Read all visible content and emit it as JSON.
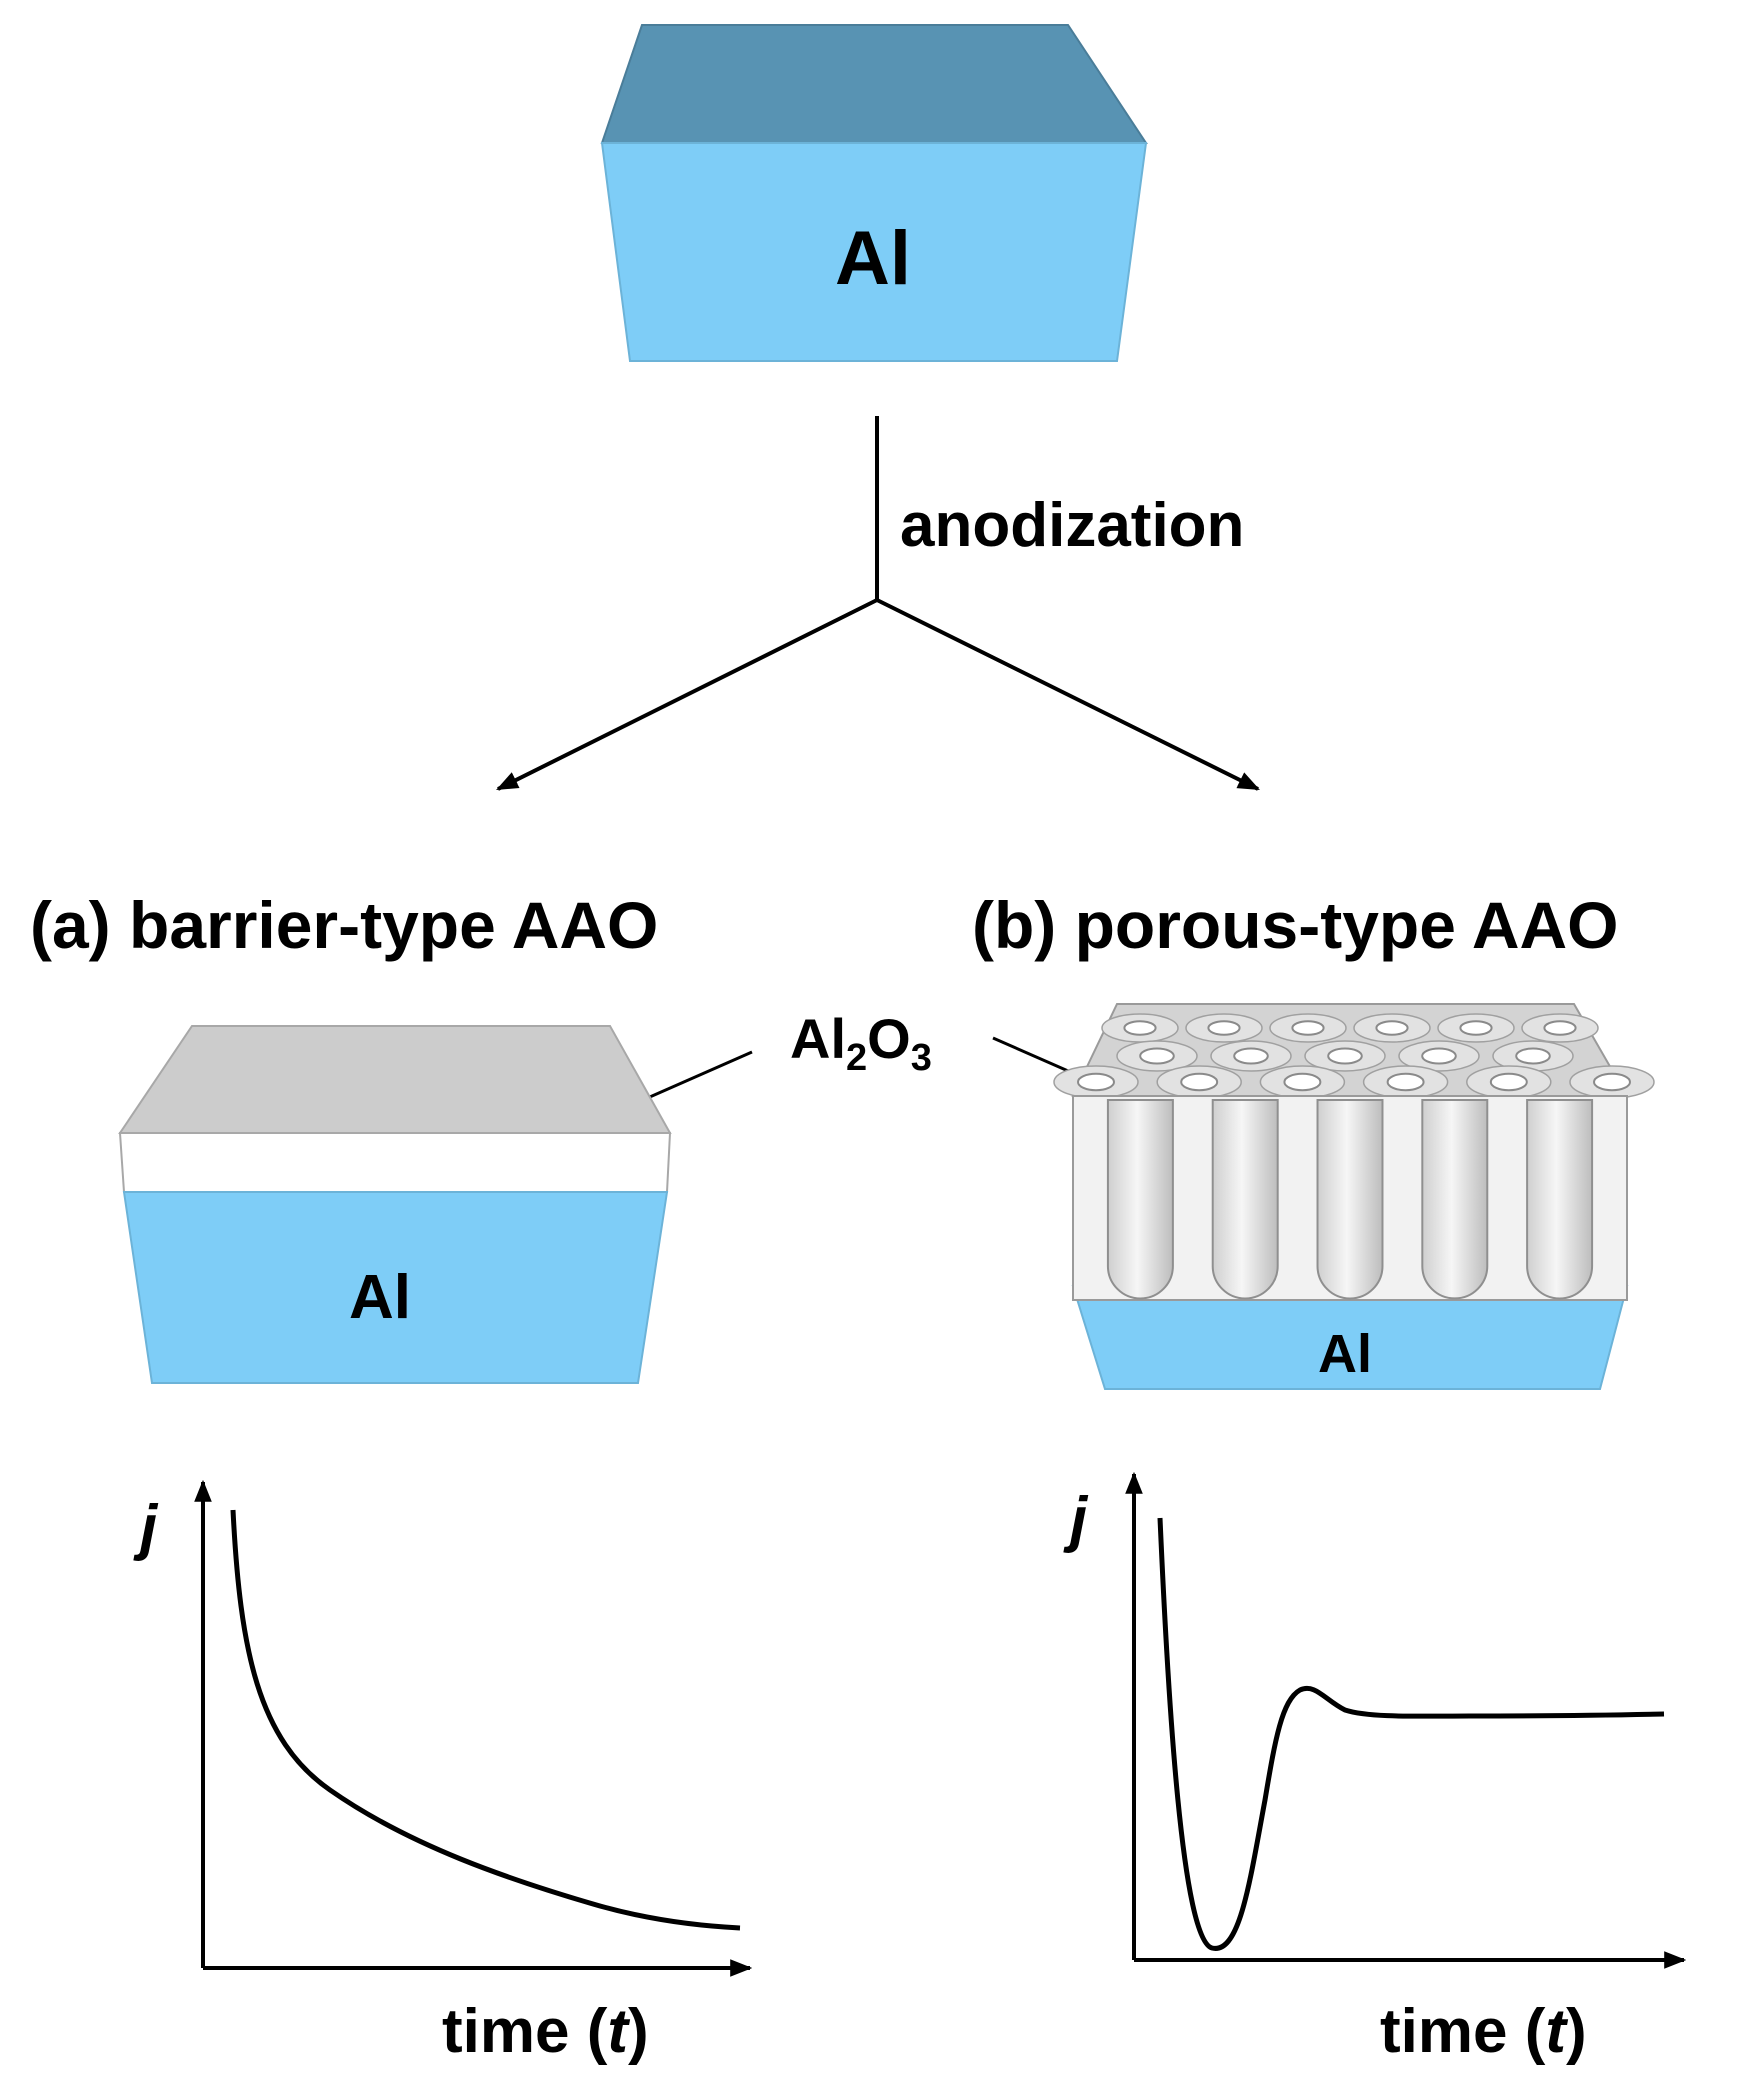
{
  "top_block": {
    "label": "Al"
  },
  "process": {
    "label": "anodization"
  },
  "panel_a": {
    "title": "(a) barrier-type AAO",
    "metal_label": "Al",
    "chart": {
      "ylabel": "j",
      "xlabel_prefix": "time (",
      "xlabel_var": "t",
      "xlabel_suffix": ")"
    }
  },
  "panel_b": {
    "title": "(b) porous-type AAO",
    "metal_label": "Al",
    "chart": {
      "ylabel": "j",
      "xlabel_prefix": "time (",
      "xlabel_var": "t",
      "xlabel_suffix": ")"
    }
  },
  "oxide_label": {
    "base": "Al",
    "sub1": "2",
    "mid": "O",
    "sub2": "3"
  },
  "colors": {
    "aluminum_face": "#7ecdf7",
    "aluminum_top": "#5893b3",
    "oxide_top": "#cccccc",
    "oxide_side": "#ffffff",
    "line": "#000000"
  }
}
